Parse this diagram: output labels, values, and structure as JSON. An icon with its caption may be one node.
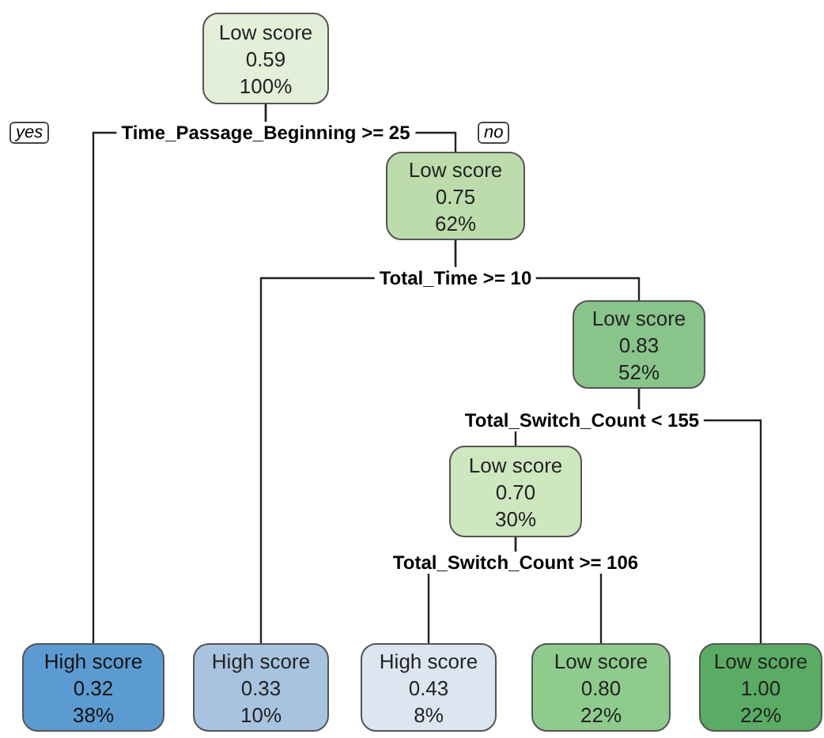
{
  "diagram": {
    "nodes": [
      {
        "text": [
          "Low score",
          "0.59",
          "100%"
        ]
      },
      {
        "text": [
          "High score",
          "0.32",
          "38%"
        ]
      },
      {
        "text": [
          "Low score",
          "0.75",
          "62%"
        ]
      },
      {
        "text": [
          "High score",
          "0.33",
          "10%"
        ]
      },
      {
        "text": [
          "Low score",
          "0.83",
          "52%"
        ]
      },
      {
        "text": [
          "Low score",
          "0.70",
          "30%"
        ]
      },
      {
        "text": [
          "High score",
          "0.43",
          "8%"
        ]
      },
      {
        "text": [
          "Low score",
          "0.80",
          "22%"
        ]
      },
      {
        "text": [
          "Low score",
          "1.00",
          "22%"
        ]
      }
    ],
    "edges": [
      {
        "from": 0,
        "to": 1,
        "arrow": "none"
      },
      {
        "from": 0,
        "to": 2,
        "arrow": "none"
      },
      {
        "from": 2,
        "to": 3,
        "arrow": "none"
      },
      {
        "from": 2,
        "to": 4,
        "arrow": "none"
      },
      {
        "from": 4,
        "to": 5,
        "arrow": "none"
      },
      {
        "from": 4,
        "to": 8,
        "arrow": "none"
      },
      {
        "from": 5,
        "to": 6,
        "arrow": "none"
      },
      {
        "from": 5,
        "to": 7,
        "arrow": "none"
      }
    ],
    "labels": [
      "yes",
      "Time_Passage_Beginning >= 25",
      "no",
      "Total_Time >= 10",
      "Total_Switch_Count < 155",
      "Total_Switch_Count >= 106"
    ]
  }
}
